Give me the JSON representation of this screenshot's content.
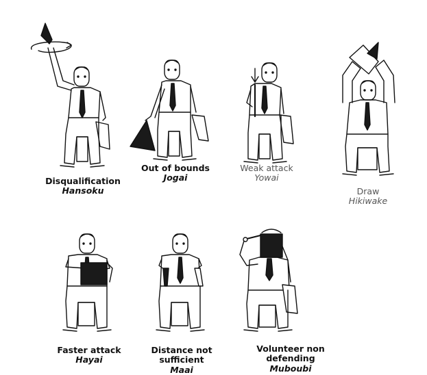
{
  "signals": [
    {
      "id": "disqualification",
      "en": "Disqualification",
      "jp": "Hansoku",
      "style": "bold"
    },
    {
      "id": "out-of-bounds",
      "en": "Out of bounds",
      "jp": "Jogai",
      "style": "bold"
    },
    {
      "id": "weak-attack",
      "en": "Weak attack",
      "jp": "Yowai",
      "style": "light"
    },
    {
      "id": "draw",
      "en": "Draw",
      "jp": "Hikiwake",
      "style": "light"
    },
    {
      "id": "faster-attack",
      "en": "Faster attack",
      "jp": "Hayai",
      "style": "bold"
    },
    {
      "id": "distance-not-sufficient",
      "en": "Distance not sufficient",
      "jp": "Maai",
      "style": "bold"
    },
    {
      "id": "volunteer-non-defending",
      "en": "Volunteer non defending",
      "jp": "Muboubi",
      "style": "bold"
    }
  ],
  "colors": {
    "ink": "#111111",
    "flag": "#1a1a1a",
    "paper": "#ffffff"
  }
}
